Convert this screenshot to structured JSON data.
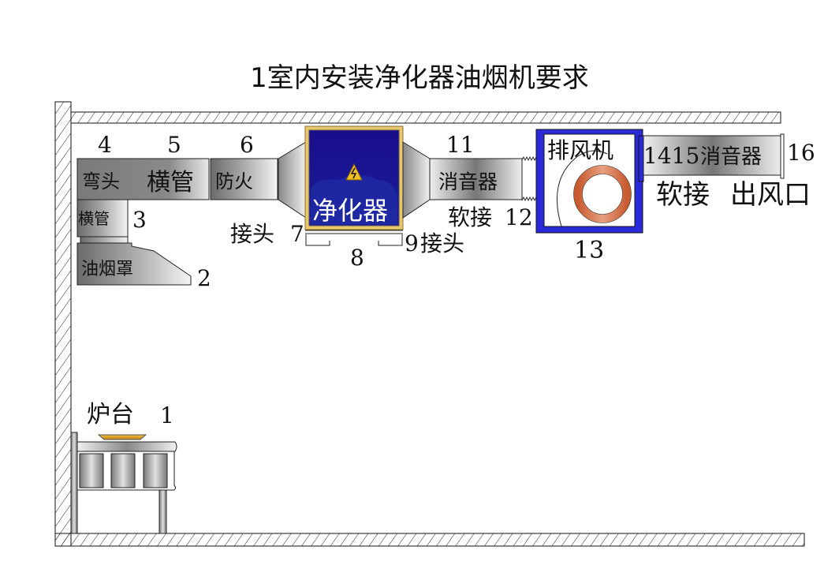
{
  "title": "1室内安装净化器油烟机要求",
  "components": {
    "stove": {
      "number": "1",
      "label": "炉台"
    },
    "hood": {
      "number": "2",
      "label": "油烟罩"
    },
    "vertical_pipe": {
      "number": "3",
      "label": "横管"
    },
    "elbow": {
      "number": "4",
      "label": "弯头"
    },
    "horizontal_pipe": {
      "number": "5",
      "label": "横管"
    },
    "fire_damper": {
      "number": "6",
      "label": "防火"
    },
    "joint_in": {
      "number": "7",
      "label": "接头"
    },
    "purifier": {
      "number": "8",
      "label": "净化器"
    },
    "joint_out": {
      "number": "9",
      "label": "接头"
    },
    "silencer_1": {
      "number": "11",
      "label": "消音器"
    },
    "soft_joint_1": {
      "number": "12",
      "label": "软接"
    },
    "fan": {
      "number": "13",
      "label": "排风机"
    },
    "silencer_2": {
      "numbers": "1415",
      "label": "消音器",
      "soft_label": "软接"
    },
    "outlet": {
      "number": "16",
      "label": "出风口"
    }
  },
  "colors": {
    "purifier_blue": "#1a0d8c",
    "purifier_frame": "#e8c86a",
    "fan_blue": "#2a2ad8",
    "ring": "#d0603a",
    "pan": "#e0a020"
  }
}
